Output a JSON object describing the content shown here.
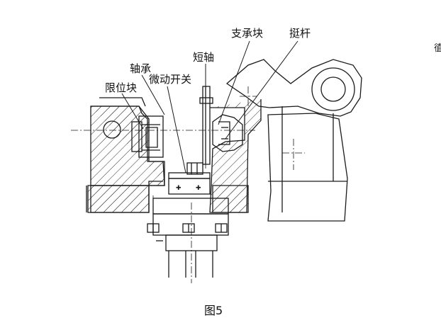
{
  "labels": {
    "support_block": "支承块",
    "tappet": "挺杆",
    "short_shaft": "短轴",
    "bearing": "轴承",
    "micro_switch": "微动开关",
    "limit_block": "限位块"
  },
  "caption": "图5",
  "edge_char": "徝",
  "colors": {
    "line": "#1a1a1a",
    "hatch": "#333333",
    "background": "#ffffff"
  }
}
